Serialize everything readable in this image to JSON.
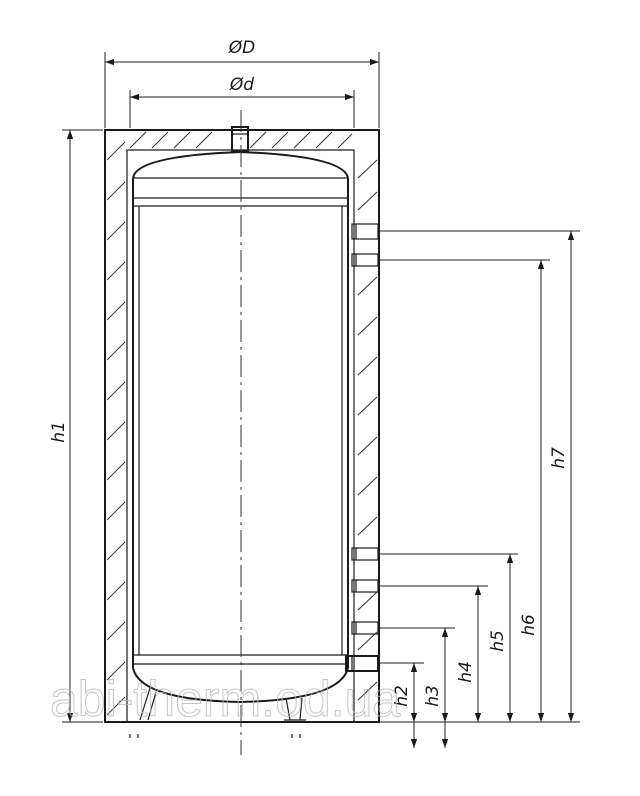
{
  "labels": {
    "outer_diameter": "ØD",
    "inner_diameter": "Ød",
    "h1": "h1",
    "h2": "h2",
    "h3": "h3",
    "h4": "h4",
    "h5": "h5",
    "h6": "h6",
    "h7": "h7"
  },
  "watermark": "abi-therm.od.ua",
  "colors": {
    "line": "#1a1a1a",
    "watermark": "#b8b8b8"
  }
}
